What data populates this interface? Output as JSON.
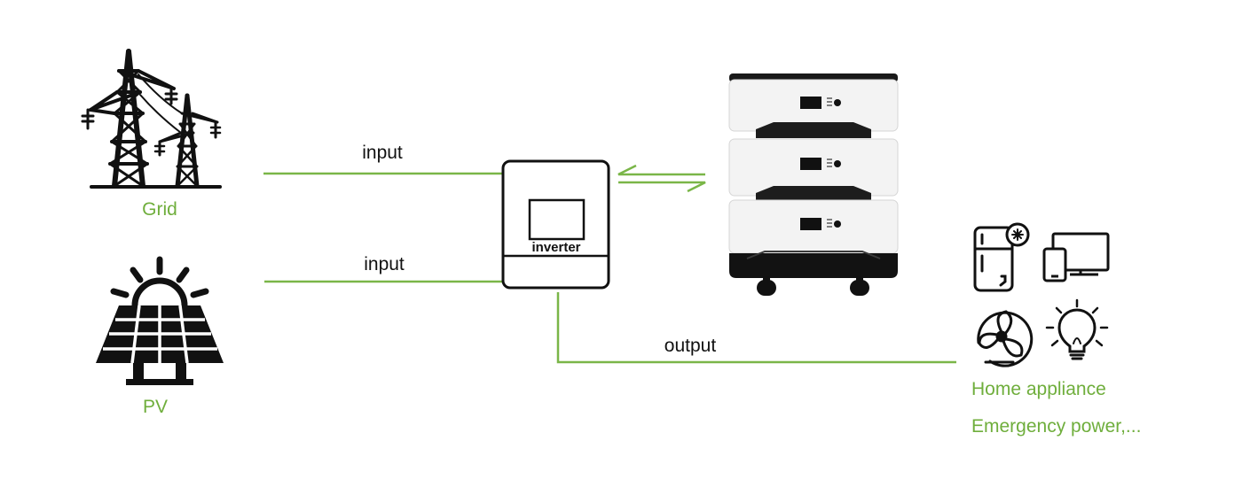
{
  "colors": {
    "line": "#7ab648",
    "green_text": "#6fae3c",
    "icon": "#111111"
  },
  "sources": {
    "grid": {
      "label": "Grid",
      "icon": "power-tower-icon"
    },
    "pv": {
      "label": "PV",
      "icon": "solar-panel-icon"
    }
  },
  "connections": {
    "grid_input": "input",
    "pv_input": "input",
    "output": "output"
  },
  "inverter": {
    "label": "inverter"
  },
  "battery": {
    "modules": 3,
    "icon": "battery-stack-icon"
  },
  "loads": {
    "icons": [
      "fridge-icon",
      "devices-icon",
      "fan-icon",
      "light-bulb-icon"
    ],
    "line1": "Home appliance",
    "line2": "Emergency power,..."
  }
}
